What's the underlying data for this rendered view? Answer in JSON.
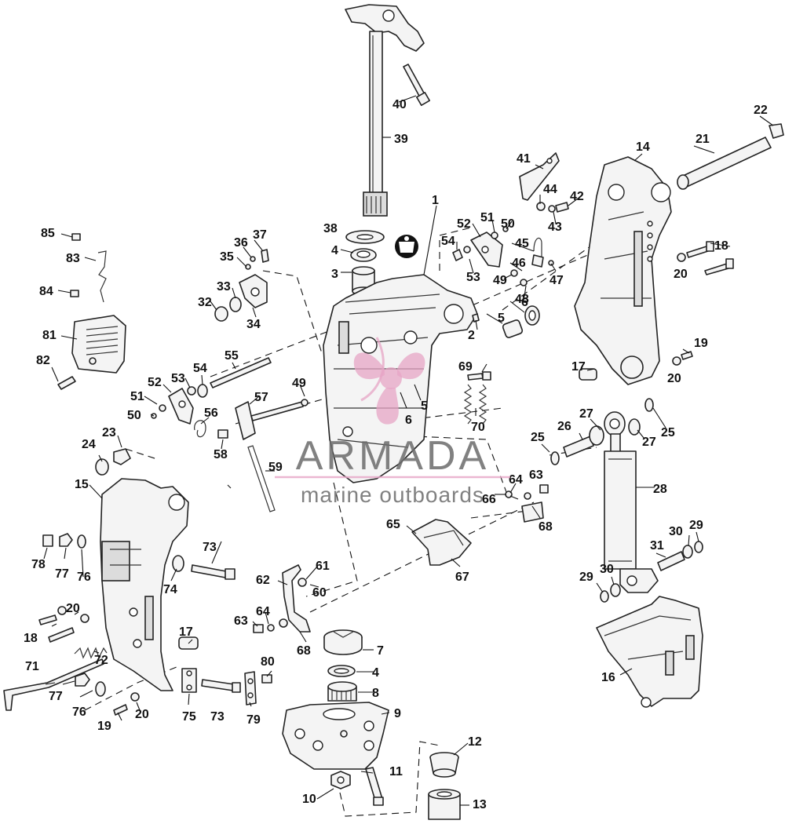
{
  "diagram": {
    "type": "exploded-parts-view",
    "callouts": [
      "1",
      "2",
      "3",
      "4",
      "5",
      "6",
      "7",
      "8",
      "9",
      "10",
      "11",
      "12",
      "13",
      "14",
      "15",
      "16",
      "17",
      "18",
      "19",
      "20",
      "21",
      "22",
      "23",
      "24",
      "25",
      "26",
      "27",
      "28",
      "29",
      "30",
      "31",
      "32",
      "33",
      "34",
      "35",
      "36",
      "37",
      "38",
      "39",
      "40",
      "41",
      "42",
      "43",
      "44",
      "45",
      "46",
      "47",
      "48",
      "49",
      "50",
      "51",
      "52",
      "53",
      "54",
      "55",
      "56",
      "57",
      "58",
      "59",
      "60",
      "61",
      "62",
      "63",
      "64",
      "65",
      "66",
      "67",
      "68",
      "69",
      "70",
      "71",
      "72",
      "73",
      "74",
      "75",
      "76",
      "77",
      "78",
      "79",
      "80",
      "81",
      "82",
      "83",
      "84",
      "85"
    ]
  },
  "watermark": {
    "brand": "ARMADA",
    "tagline": "marine outboards",
    "logo_color": "#e7a6c6",
    "text_color": "#6c6c6c"
  }
}
